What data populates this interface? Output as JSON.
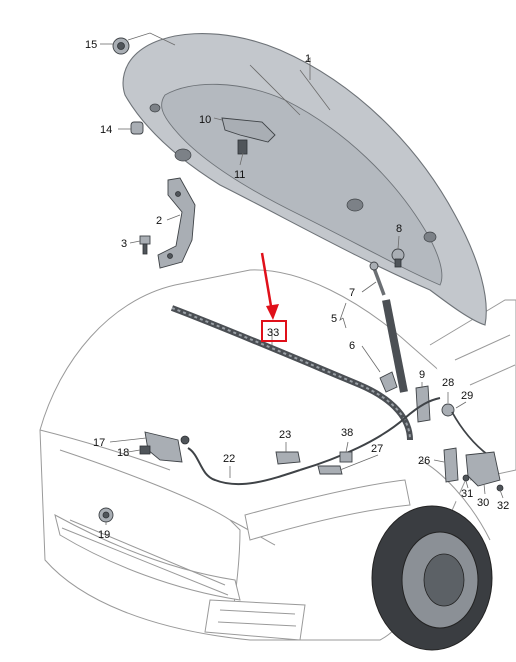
{
  "diagram": {
    "colors": {
      "part_fill": "#a9aeb4",
      "hood_fill": "#c3c7cc",
      "outline": "#3f4347",
      "body_outline": "#9a9a9a",
      "highlight": "#e0101a"
    },
    "labels": {
      "1": "1",
      "2": "2",
      "3": "3",
      "5": "5",
      "6": "6",
      "7": "7",
      "8": "8",
      "9": "9",
      "10": "10",
      "11": "11",
      "14": "14",
      "15": "15",
      "17": "17",
      "18": "18",
      "19": "19",
      "22": "22",
      "23": "23",
      "26": "26",
      "27": "27",
      "28": "28",
      "29": "29",
      "30": "30",
      "31": "31",
      "32": "32",
      "33": "33",
      "38": "38"
    },
    "highlighted_part": "33"
  }
}
